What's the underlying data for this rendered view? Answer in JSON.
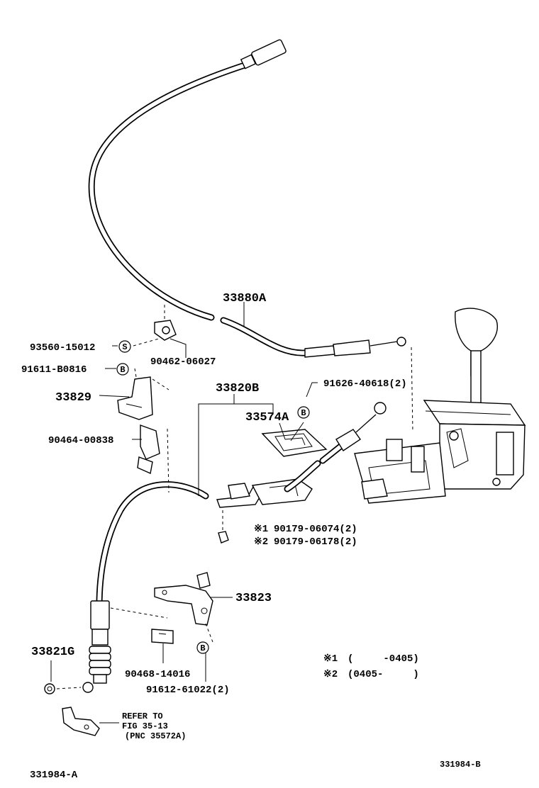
{
  "diagram": {
    "parts": [
      {
        "id": "p33880A",
        "label": "33880A"
      },
      {
        "id": "p93560",
        "label": "93560-15012",
        "marker": "S"
      },
      {
        "id": "p90462",
        "label": "90462-06027"
      },
      {
        "id": "p91611",
        "label": "91611-B0816",
        "marker": "B"
      },
      {
        "id": "p33829",
        "label": "33829"
      },
      {
        "id": "p33820B",
        "label": "33820B"
      },
      {
        "id": "p91626",
        "label": "91626-40618(2)",
        "marker": "B"
      },
      {
        "id": "p33574A",
        "label": "33574A"
      },
      {
        "id": "p90464",
        "label": "90464-00838"
      },
      {
        "id": "p90179a",
        "label": "90179-06074(2)",
        "note": "※1"
      },
      {
        "id": "p90179b",
        "label": "90179-06178(2)",
        "note": "※2"
      },
      {
        "id": "p33823",
        "label": "33823"
      },
      {
        "id": "p33821G",
        "label": "33821G"
      },
      {
        "id": "p90468",
        "label": "90468-14016"
      },
      {
        "id": "p91612",
        "label": "91612-61022(2)",
        "marker": "B"
      }
    ],
    "notes": [
      {
        "mark": "※1",
        "text": "(     -0405)"
      },
      {
        "mark": "※2",
        "text": "(0405-     )"
      }
    ],
    "refer": {
      "line1": "REFER TO",
      "line2": "FIG 35-13",
      "line3": "(PNC 35572A)"
    },
    "code_left": "331984-A",
    "code_right": "331984-B"
  }
}
